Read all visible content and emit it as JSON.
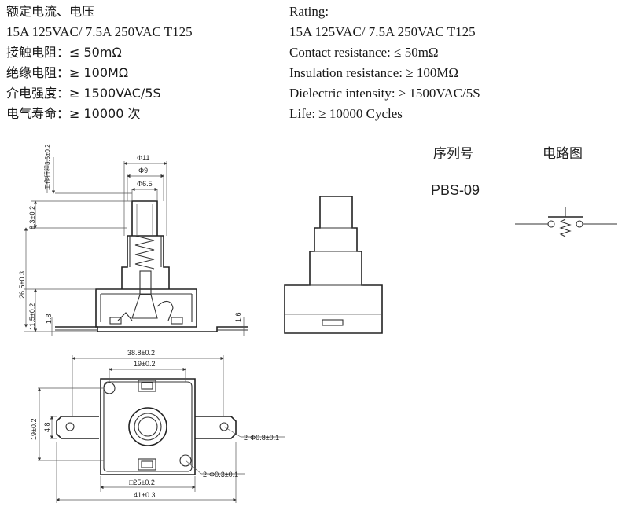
{
  "specs_cn": [
    "额定电流、电压",
    "15A 125VAC/ 7.5A 250VAC T125",
    "接触电阻：≤ 50mΩ",
    "绝缘电阻：≥ 100MΩ",
    "介电强度：≥ 1500VAC/5S",
    "电气寿命：≥ 10000 次"
  ],
  "specs_en": [
    "Rating:",
    "15A 125VAC/ 7.5A 250VAC T125",
    "Contact resistance: ≤ 50mΩ",
    "Insulation resistance: ≥ 100MΩ",
    "Dielectric intensity: ≥ 1500VAC/5S",
    "Life: ≥ 10000 Cycles"
  ],
  "table": {
    "serial_header": "序列号",
    "circuit_header": "电路图",
    "model": "PBS-09"
  },
  "dimensions": {
    "d11": "Φ11",
    "d9": "Φ9",
    "d65": "Φ6.5",
    "travel": "工作行程3.5±0.2",
    "h83": "8.3±0.2",
    "h265": "26.5±0.3",
    "h115": "11.5±0.2",
    "t18": "1.8",
    "t16": "1.6",
    "w388": "38.8±0.2",
    "w19": "19±0.2",
    "h19": "19±0.2",
    "h48": "4.8",
    "hole08": "2-Φ0.8±0.1",
    "hole03": "2-Φ0.3±0.1",
    "sq25": "□25±0.2",
    "w41": "41±0.3"
  }
}
